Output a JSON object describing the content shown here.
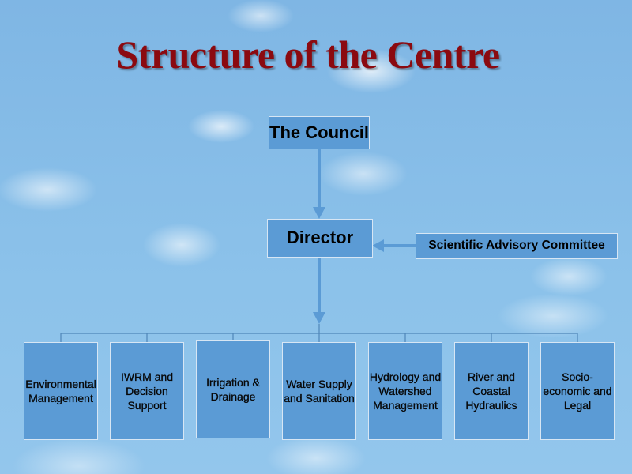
{
  "title": "Structure of the Centre",
  "council": "The Council",
  "director": "Director",
  "advisory": "Scientific Advisory Committee",
  "units": [
    "Environmental Management",
    "IWRM and Decision Support",
    "Irrigation & Drainage",
    "Water Supply and Sanitation",
    "Hydrology and Watershed Management",
    "River and Coastal Hydraulics",
    "Socio-economic and Legal"
  ],
  "colors": {
    "box": "#5b9bd5",
    "title": "#8b0a10",
    "connector": "#5b9bd5"
  }
}
